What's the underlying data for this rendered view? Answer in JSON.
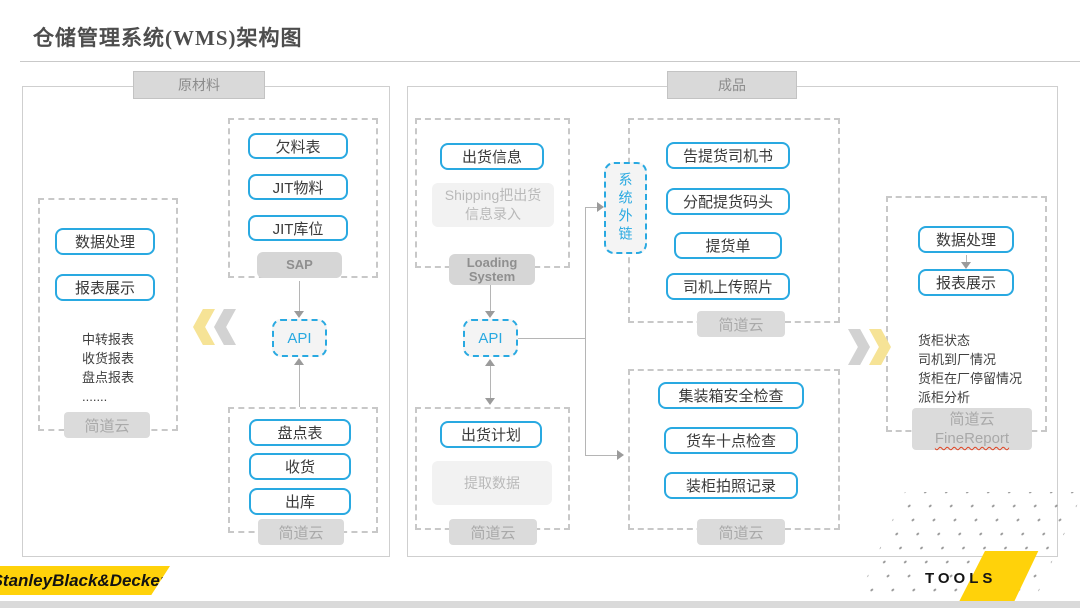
{
  "title": "仓储管理系统(WMS)架构图",
  "colors": {
    "accent_blue": "#29a9e1",
    "brand_yellow": "#ffd20a",
    "chevron_yellow": "#f6e396",
    "chevron_gray": "#d2d2d2",
    "label_gray": "#d9d9d9"
  },
  "raw_section": {
    "label": "原材料",
    "report_group": {
      "boxes": [
        "数据处理",
        "报表展示"
      ],
      "notes": [
        "中转报表",
        "收货报表",
        "盘点报表",
        "......."
      ],
      "platform": "简道云"
    },
    "sap_group": {
      "boxes": [
        "欠料表",
        "JIT物料",
        "JIT库位"
      ],
      "platform": "SAP"
    },
    "api_label": "API",
    "ops_group": {
      "boxes": [
        "盘点表",
        "收货",
        "出库"
      ],
      "platform": "简道云"
    }
  },
  "finished_section": {
    "label": "成品",
    "shipping_group": {
      "box": "出货信息",
      "note_lines": [
        "Shipping把出货",
        "信息录入"
      ],
      "platform_lines": [
        "Loading",
        "System"
      ]
    },
    "api_label": "API",
    "external_link": "系统外链",
    "plan_group": {
      "box": "出货计划",
      "note": "提取数据",
      "platform": "简道云"
    },
    "driver_group": {
      "boxes": [
        "告提货司机书",
        "分配提货码头",
        "提货单",
        "司机上传照片"
      ],
      "platform": "简道云"
    },
    "check_group": {
      "boxes": [
        "集装箱安全检查",
        "货车十点检查",
        "装柜拍照记录"
      ],
      "platform": "简道云"
    },
    "report_group": {
      "boxes": [
        "数据处理",
        "报表展示"
      ],
      "notes": [
        "货柜状态",
        "司机到厂情况",
        "货柜在厂停留情况",
        "派柜分析",
        "......."
      ],
      "platform_lines": [
        "简道云",
        "FineReport"
      ]
    }
  },
  "footer": {
    "brand": "StanleyBlack&Decker",
    "tools": "TOOLS"
  }
}
